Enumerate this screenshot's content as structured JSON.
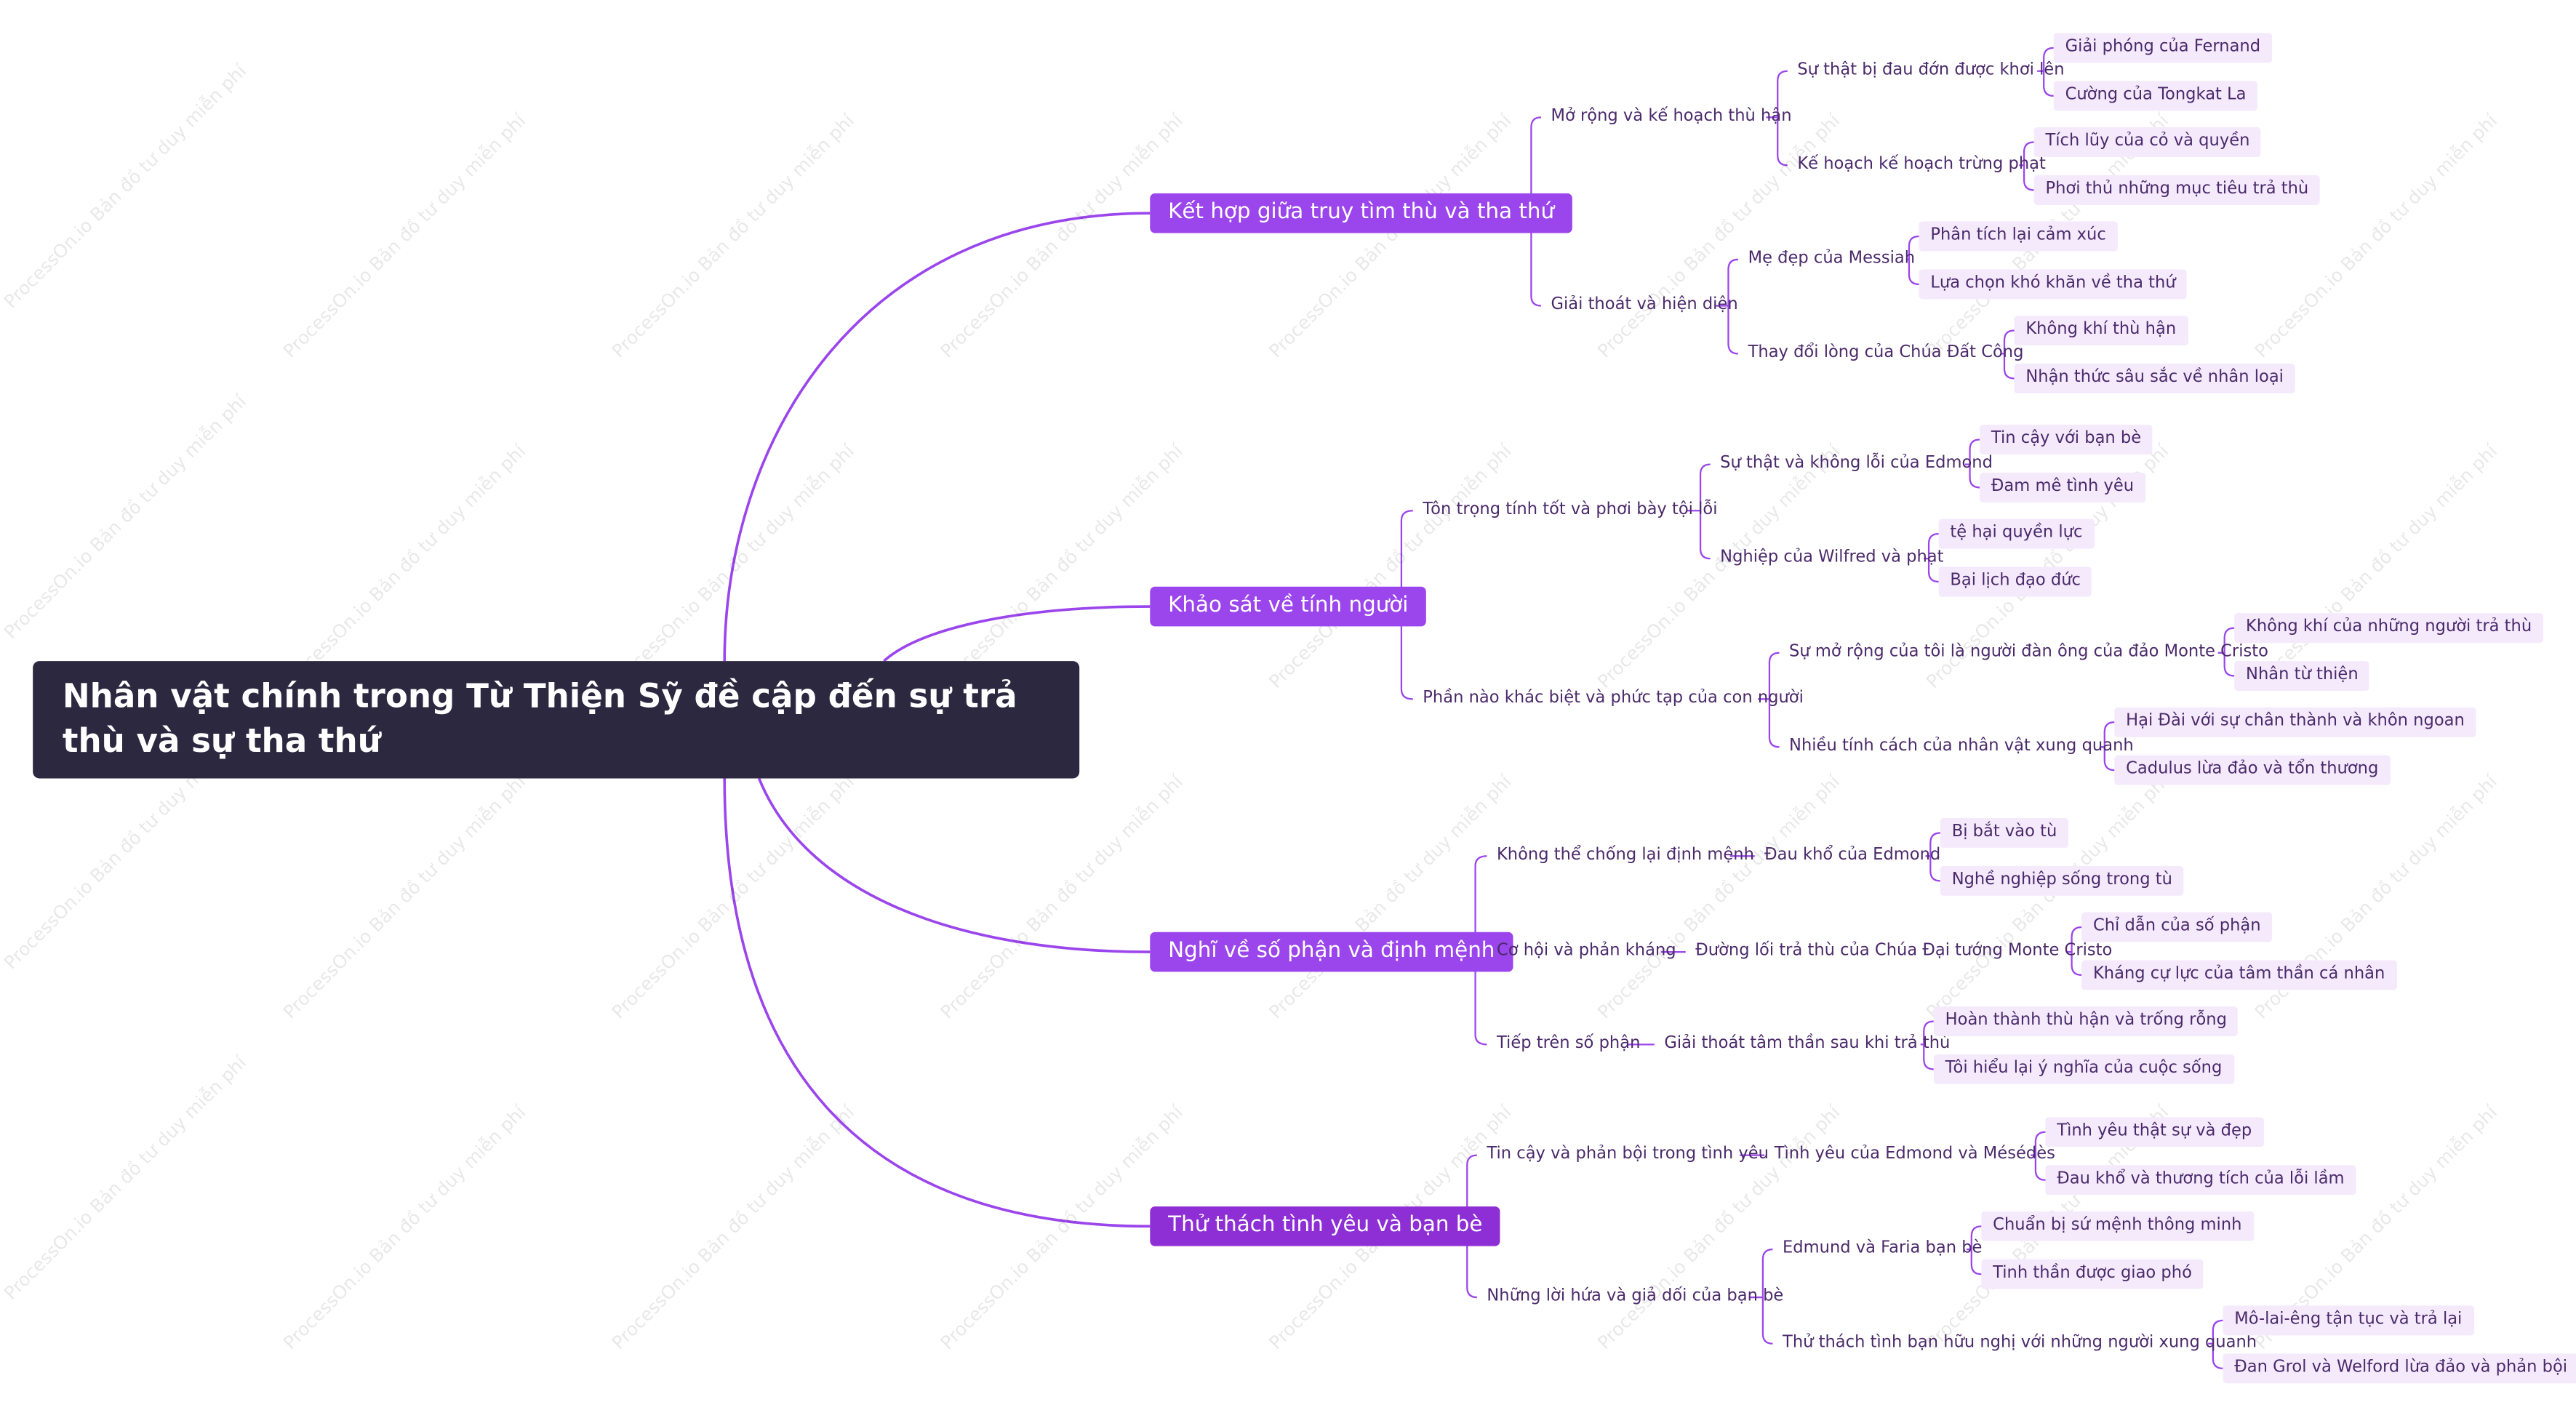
{
  "root": "Nhân vật chính trong Từ Thiện Sỹ đề cập đến sự trả thù và sự tha thứ",
  "watermark": "ProcessOn.io Bản đồ tư duy miễn phí",
  "colors": {
    "root_bg": "#2b2840",
    "branch": "#9b45ec",
    "branch_dark": "#8e2fd6",
    "leaf_bg": "#f4eafc",
    "line": "#9b45ec"
  },
  "b1": {
    "label": "Kết hợp giữa truy tìm thù và tha thứ",
    "s1": {
      "label": "Mở rộng và kế hoạch thù hận",
      "t1": {
        "label": "Sự thật bị đau đớn được khơi lên",
        "leaves": [
          "Giải phóng của Fernand",
          "Cường của Tongkat La"
        ]
      },
      "t2": {
        "label": "Kế hoạch kế hoạch trừng phạt",
        "leaves": [
          "Tích lũy của cỏ và quyền",
          "Phơi thủ những mục tiêu trả thù"
        ]
      }
    },
    "s2": {
      "label": "Giải thoát và hiện diện",
      "t1": {
        "label": "Mẹ đẹp của Messiah",
        "leaves": [
          "Phân tích lại cảm xúc",
          "Lựa chọn khó khăn về tha thứ"
        ]
      },
      "t2": {
        "label": "Thay đổi lòng của Chúa Đất Công",
        "leaves": [
          "Không khí thù hận",
          "Nhận thức sâu sắc về nhân loại"
        ]
      }
    }
  },
  "b2": {
    "label": "Khảo sát về tính người",
    "s1": {
      "label": "Tôn trọng tính tốt và phơi bày tội lỗi",
      "t1": {
        "label": "Sự thật và không lỗi của Edmond",
        "leaves": [
          "Tin cậy với bạn bè",
          "Đam mê tình yêu"
        ]
      },
      "t2": {
        "label": "Nghiệp của Wilfred và phạt",
        "leaves": [
          "tệ hại quyền lực",
          "Bại lịch đạo đức"
        ]
      }
    },
    "s2": {
      "label": "Phần nào khác biệt và phức tạp của con người",
      "t1": {
        "label": "Sự mở rộng của tôi là người đàn ông của đảo Monte Cristo",
        "leaves": [
          "Không khí của những người trả thù",
          "Nhân từ thiện"
        ]
      },
      "t2": {
        "label": "Nhiều tính cách của nhân vật xung quanh",
        "leaves": [
          "Hại Đài với sự chân thành và khôn ngoan",
          "Cadulus lừa đảo và tổn thương"
        ]
      }
    }
  },
  "b3": {
    "label": "Nghĩ về số phận và định mệnh",
    "s1": {
      "label": "Không thể chống lại định mệnh",
      "t": {
        "label": "Đau khổ của Edmond",
        "leaves": [
          "Bị bắt vào tù",
          "Nghề nghiệp sống trong tù"
        ]
      }
    },
    "s2": {
      "label": "Cơ hội và phản kháng",
      "t": {
        "label": "Đường lối trả thù của Chúa Đại tướng Monte Cristo",
        "leaves": [
          "Chỉ dẫn của số phận",
          "Kháng cự lực của tâm thần cá nhân"
        ]
      }
    },
    "s3": {
      "label": "Tiếp trên số phận",
      "t": {
        "label": "Giải thoát tâm thần sau khi trả thù",
        "leaves": [
          "Hoàn thành thù hận và trống rỗng",
          "Tôi hiểu lại ý nghĩa của cuộc sống"
        ]
      }
    }
  },
  "b4": {
    "label": "Thử thách tình yêu và bạn bè",
    "s1": {
      "label": "Tin cậy và phản bội trong tình yêu",
      "t": {
        "label": "Tình yêu của Edmond và Mésédès",
        "leaves": [
          "Tình yêu thật sự và đẹp",
          "Đau khổ và thương tích của lỗi lầm"
        ]
      }
    },
    "s2": {
      "label": "Những lời hứa và giả dối của bạn bè",
      "t1": {
        "label": "Edmund và Faria bạn bè",
        "leaves": [
          "Chuẩn bị sứ mệnh thông minh",
          "Tinh thần được giao phó"
        ]
      },
      "t2": {
        "label": "Thử thách tình bạn hữu nghị với những người xung quanh",
        "leaves": [
          "Mô-lai-êng tận tục và trả lại",
          "Đan Grol và Welford lừa đảo và phản bội"
        ]
      }
    }
  }
}
